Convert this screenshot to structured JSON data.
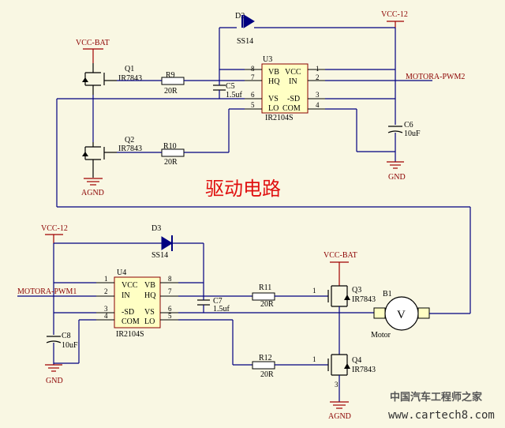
{
  "title": "驱动电路",
  "watermark": {
    "cn": "中国汽车工程师之家",
    "url": "www.cartech8.com"
  },
  "nets": {
    "vcc12_top": "VCC-12",
    "vccbat_top": "VCC-BAT",
    "motora_pwm2": "MOTORA-PWM2",
    "agnd_top": "AGND",
    "gnd_top": "GND",
    "vcc12_bottom": "VCC-12",
    "vccbat_bottom": "VCC-BAT",
    "motora_pwm1": "MOTORA-PWM1",
    "gnd_bottom": "GND",
    "agnd_bottom": "AGND"
  },
  "components": {
    "d2": {
      "ref": "D2",
      "value": "SS14"
    },
    "d3": {
      "ref": "D3",
      "value": "SS14"
    },
    "q1": {
      "ref": "Q1",
      "value": "IR7843"
    },
    "q2": {
      "ref": "Q2",
      "value": "IR7843"
    },
    "q3": {
      "ref": "Q3",
      "value": "IR7843"
    },
    "q4": {
      "ref": "Q4",
      "value": "IR7843"
    },
    "r9": {
      "ref": "R9",
      "value": "20R"
    },
    "r10": {
      "ref": "R10",
      "value": "20R"
    },
    "r11": {
      "ref": "R11",
      "value": "20R"
    },
    "r12": {
      "ref": "R12",
      "value": "20R"
    },
    "c5": {
      "ref": "C5",
      "value": "1.5uf"
    },
    "c6": {
      "ref": "C6",
      "value": "10uF"
    },
    "c7": {
      "ref": "C7",
      "value": "1.5uf"
    },
    "c8": {
      "ref": "C8",
      "value": "10uF"
    },
    "b1": {
      "ref": "B1",
      "value": "Motor"
    },
    "motor_sym": "V",
    "u3": {
      "ref": "U3",
      "part": "IR2104S",
      "left_pins": [
        {
          "num": "8",
          "name": "VB"
        },
        {
          "num": "7",
          "name": "HQ"
        },
        {
          "num": "6",
          "name": "VS"
        },
        {
          "num": "5",
          "name": "LO"
        }
      ],
      "right_pins": [
        {
          "num": "1",
          "name": "VCC"
        },
        {
          "num": "2",
          "name": "IN"
        },
        {
          "num": "3",
          "name": "-SD"
        },
        {
          "num": "4",
          "name": "COM"
        }
      ]
    },
    "u4": {
      "ref": "U4",
      "part": "IR2104S",
      "left_pins": [
        {
          "num": "1",
          "name": "VCC"
        },
        {
          "num": "2",
          "name": "IN"
        },
        {
          "num": "3",
          "name": "-SD"
        },
        {
          "num": "4",
          "name": "COM"
        }
      ],
      "right_pins": [
        {
          "num": "8",
          "name": "VB"
        },
        {
          "num": "7",
          "name": "HQ"
        },
        {
          "num": "6",
          "name": "VS"
        },
        {
          "num": "5",
          "name": "LO"
        }
      ]
    }
  },
  "pin_numbers": {
    "one": "1",
    "two": "2",
    "three": "3"
  }
}
